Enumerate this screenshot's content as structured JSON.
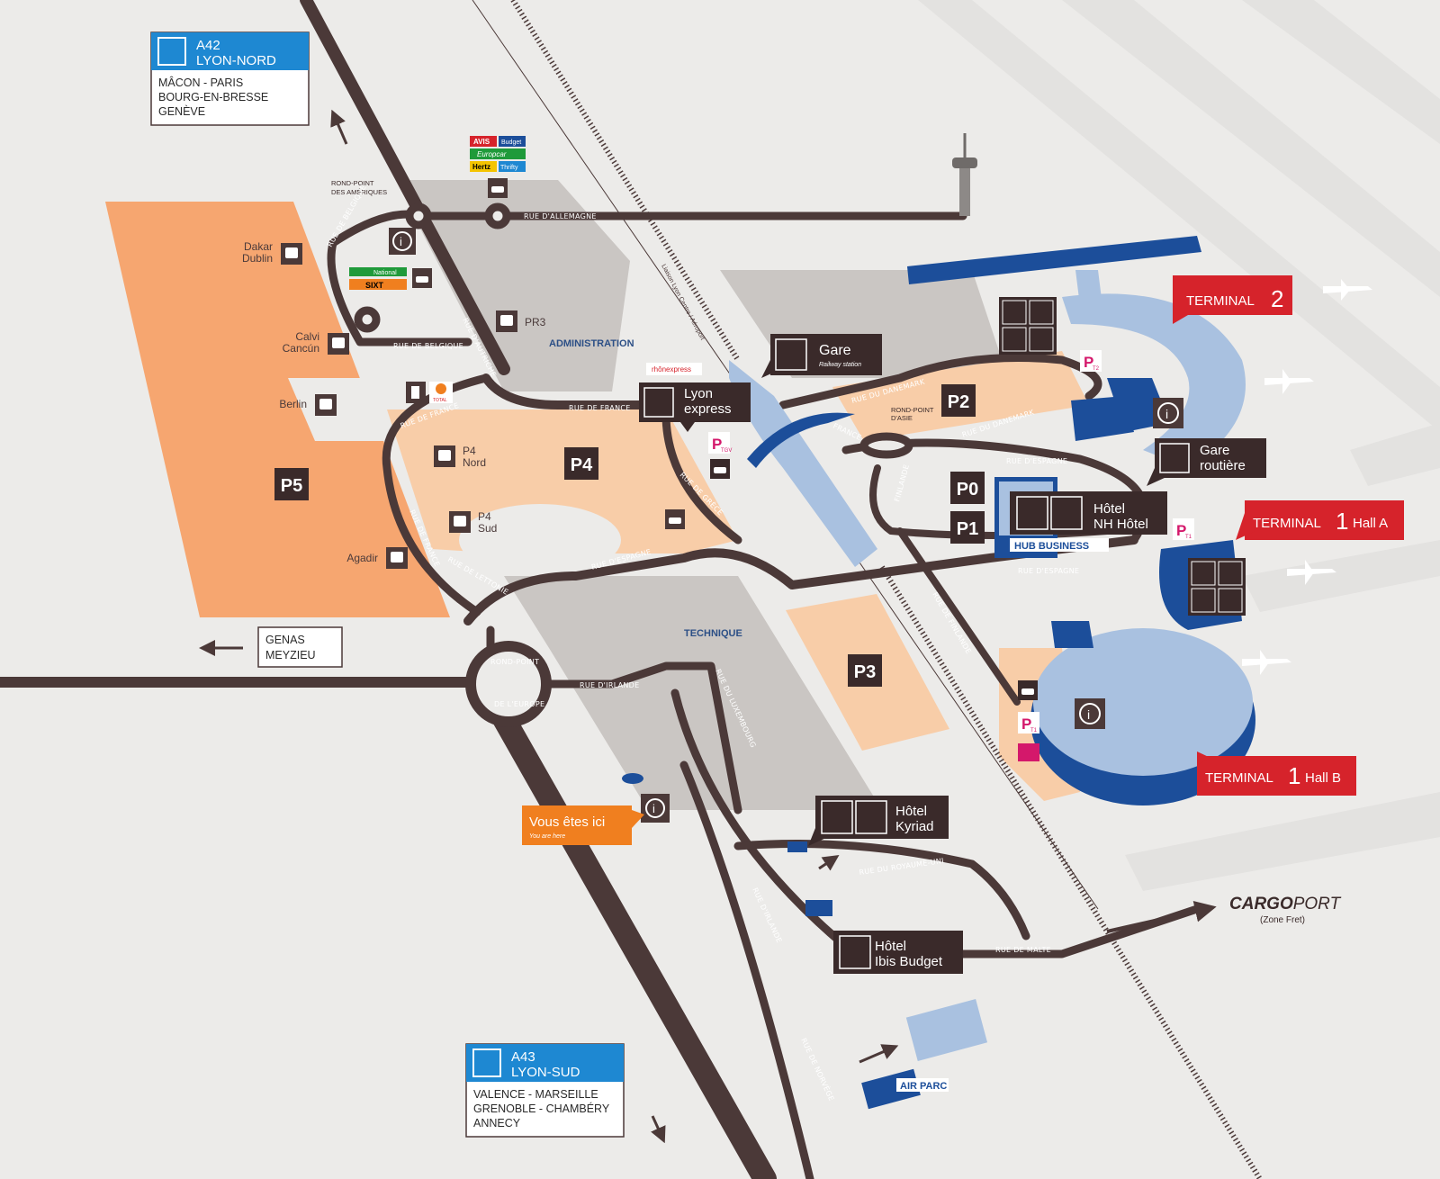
{
  "colors": {
    "background": "#ecebe9",
    "road": "#4b3938",
    "parking_orange": "#f6a670",
    "parking_light": "#f8cda8",
    "terminal_blue": "#1c4e9a",
    "terminal_light": "#a9c1e0",
    "red_label": "#d6232b",
    "motorway_blue": "#1e88d2",
    "here_orange": "#f07f1f",
    "pink_parking": "#d4186b"
  },
  "signs": {
    "a42": {
      "code": "A42",
      "name": "LYON-NORD",
      "line1": "MÂCON - PARIS",
      "line2": "BOURG-EN-BRESSE",
      "line3": "GENÈVE"
    },
    "a43": {
      "code": "A43",
      "name": "LYON-SUD",
      "line1": "VALENCE - MARSEILLE",
      "line2": "GRENOBLE - CHAMBÉRY",
      "line3": "ANNECY"
    },
    "genas": {
      "line1": "GENAS",
      "line2": "MEYZIEU"
    }
  },
  "rental": {
    "row1a": "AVIS",
    "row1b": "Budget",
    "row2": "Europcar",
    "row3a": "Hertz",
    "row3b": "Thrifty",
    "sixt": "SIXT",
    "national": "National"
  },
  "bus_stops": [
    {
      "label1": "Dakar",
      "label2": "Dublin"
    },
    {
      "label1": "Calvi",
      "label2": "Cancún"
    },
    {
      "label1": "Berlin",
      "label2": ""
    },
    {
      "label1": "Agadir",
      "label2": ""
    }
  ],
  "parkings": {
    "p5": "P5",
    "p4": "P4",
    "p3": "P3",
    "p2": "P2",
    "p1": "P1",
    "p0": "P0",
    "pr3": "PR3",
    "p4_nord": {
      "line1": "P4",
      "line2": "Nord"
    },
    "p4_sud": {
      "line1": "P4",
      "line2": "Sud"
    },
    "ptgv": "TGV",
    "pt1": "T1",
    "pt2": "T2"
  },
  "zones": {
    "administration": "ADMINISTRATION",
    "technique": "TECHNIQUE",
    "hub_business": "HUB BUSINESS",
    "air_parc": "AIR PARC",
    "total": "TOTAL",
    "rhonexpress": "rhônexpress"
  },
  "roads": {
    "rond_point_ameriques_1": "ROND-POINT",
    "rond_point_ameriques_2": "DES AMÉRIQUES",
    "rue_allemagne": "RUE D'ALLEMAGNE",
    "rue_belgique_1": "RUE DE BELGIQUE",
    "rue_belgique_2": "RUE DE BELGIQUE",
    "rue_autriche": "RUE D'AUTRICHE",
    "rue_france_1": "RUE DE FRANCE",
    "rue_france_2": "RUE DE FRANCE",
    "rue_france_3": "RUE DE FRANCE",
    "rue_france_4": "FRANCE",
    "rue_grece": "RUE DE GRÈCE",
    "rue_espagne_1": "RUE D'ESPAGNE",
    "rue_espagne_2": "RUE D'ESPAGNE",
    "rue_espagne_3": "RUE D'ESPAGNE",
    "rue_lettonie": "RUE DE LETTONIE",
    "rue_danemark_1": "RUE DU DANEMARK",
    "rue_danemark_2": "RUE DU DANEMARK",
    "rond_point_asie_1": "ROND-POINT",
    "rond_point_asie_2": "D'ASIE",
    "finlande_1": "FINLANDE",
    "finlande_2": "RUE DE FINLANDE",
    "rond_point_europe_1": "ROND-POINT",
    "rond_point_europe_2": "DE L'EUROPE",
    "rue_irlande_1": "RUE D'IRLANDE",
    "rue_irlande_2": "RUE D'IRLANDE",
    "rue_luxembourg": "RUE DU LUXEMBOURG",
    "rue_royaume_uni": "RUE DU ROYAUME-UNI",
    "rue_malte": "RUE DE MALTE",
    "rue_norvege": "RUE DE NORVÈGE",
    "rail_liaison": "Liaison Lyon Centre / Aéroport"
  },
  "callouts": {
    "gare": {
      "title": "Gare",
      "sub": "Railway station"
    },
    "lyon_express": {
      "line1": "Lyon",
      "line2": "express"
    },
    "gare_routiere": {
      "line1": "Gare",
      "line2": "routière"
    },
    "hotel_nh": {
      "line1": "Hôtel",
      "line2": "NH Hôtel"
    },
    "hotel_kyriad": {
      "line1": "Hôtel",
      "line2": "Kyriad"
    },
    "hotel_ibis": {
      "line1": "Hôtel",
      "line2": "Ibis Budget"
    },
    "vous_etes_ici": {
      "title": "Vous êtes ici",
      "sub": "You are here"
    }
  },
  "terminals": {
    "t2": {
      "word": "TERMINAL",
      "num": "2",
      "hall": ""
    },
    "t1a": {
      "word": "TERMINAL",
      "num": "1",
      "hall": "Hall A"
    },
    "t1b": {
      "word": "TERMINAL",
      "num": "1",
      "hall": "Hall B"
    }
  },
  "cargoport": {
    "bold": "CARGO",
    "light": "PORT",
    "sub": "(Zone Fret)"
  },
  "icons": [
    "info-icon",
    "bus-icon",
    "car-rental-icon",
    "train-icon",
    "bed-icon",
    "restaurant-icon",
    "taxi-icon",
    "plane-icon",
    "fuel-icon",
    "motorway-icon",
    "control-tower-icon"
  ]
}
